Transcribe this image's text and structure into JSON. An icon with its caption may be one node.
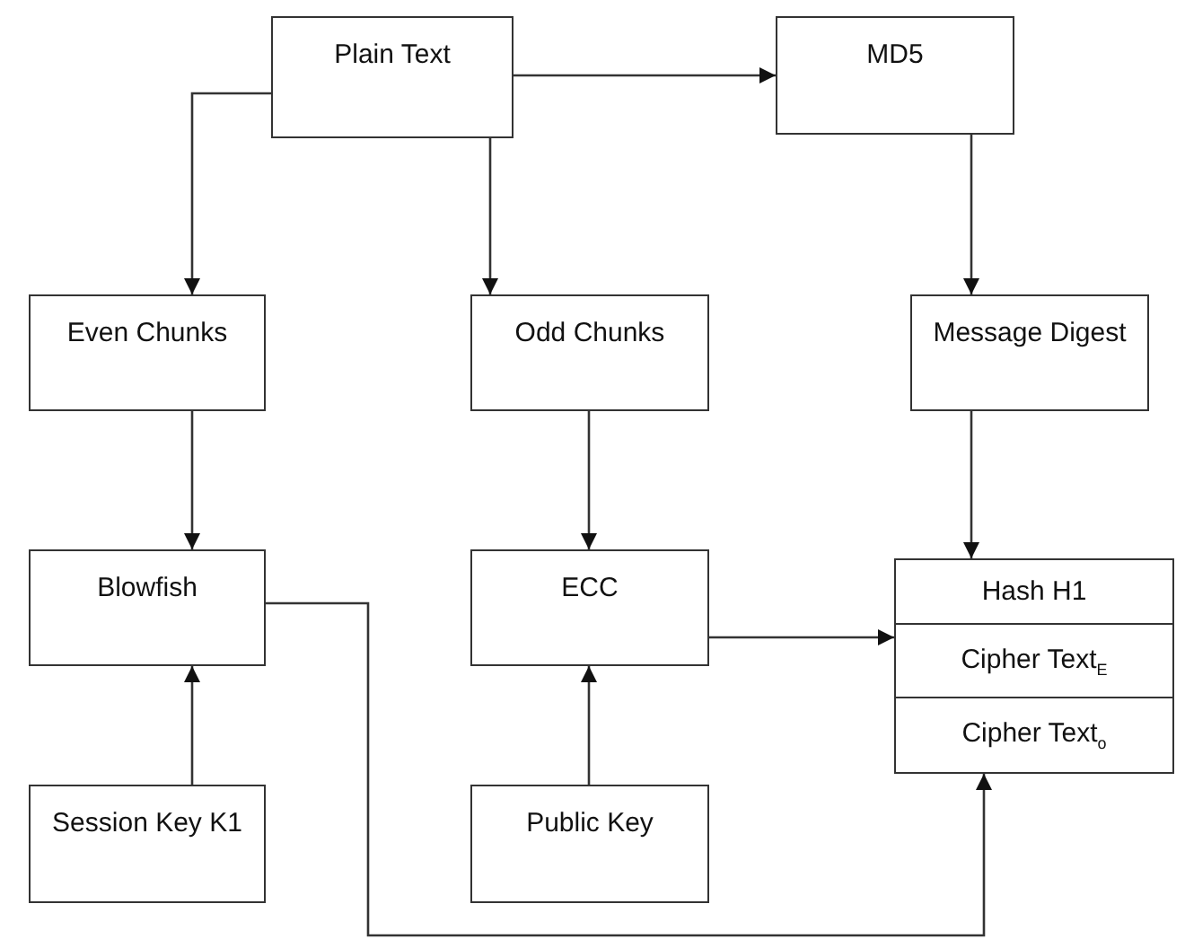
{
  "diagram": {
    "nodes": [
      {
        "text": [
          "Plain Text"
        ]
      },
      {
        "text": [
          "MD5"
        ]
      },
      {
        "text": [
          "Even Chunks"
        ]
      },
      {
        "text": [
          "Odd Chunks"
        ]
      },
      {
        "text": [
          "Message Digest"
        ]
      },
      {
        "text": [
          "Blowfish"
        ]
      },
      {
        "text": [
          "ECC"
        ]
      },
      {
        "text": [
          "Hash H1"
        ]
      },
      {
        "text": [
          "Cipher Text$_{E}$"
        ]
      },
      {
        "text": [
          "Cipher Text$_{o}$"
        ]
      },
      {
        "text": [
          "Session Key K1"
        ]
      },
      {
        "text": [
          "Public Key"
        ]
      }
    ],
    "edges": [
      {
        "from": 0,
        "to": 1,
        "arrow": "to"
      },
      {
        "from": 0,
        "to": 2,
        "arrow": "to"
      },
      {
        "from": 0,
        "to": 3,
        "arrow": "to"
      },
      {
        "from": 1,
        "to": 4,
        "arrow": "to"
      },
      {
        "from": 2,
        "to": 5,
        "arrow": "to"
      },
      {
        "from": 3,
        "to": 6,
        "arrow": "to"
      },
      {
        "from": 4,
        "to": 7,
        "arrow": "to"
      },
      {
        "from": 6,
        "to": 8,
        "arrow": "to"
      },
      {
        "from": 10,
        "to": 5,
        "arrow": "to"
      },
      {
        "from": 11,
        "to": 6,
        "arrow": "to"
      },
      {
        "from": 5,
        "to": 9,
        "arrow": "to"
      }
    ]
  }
}
